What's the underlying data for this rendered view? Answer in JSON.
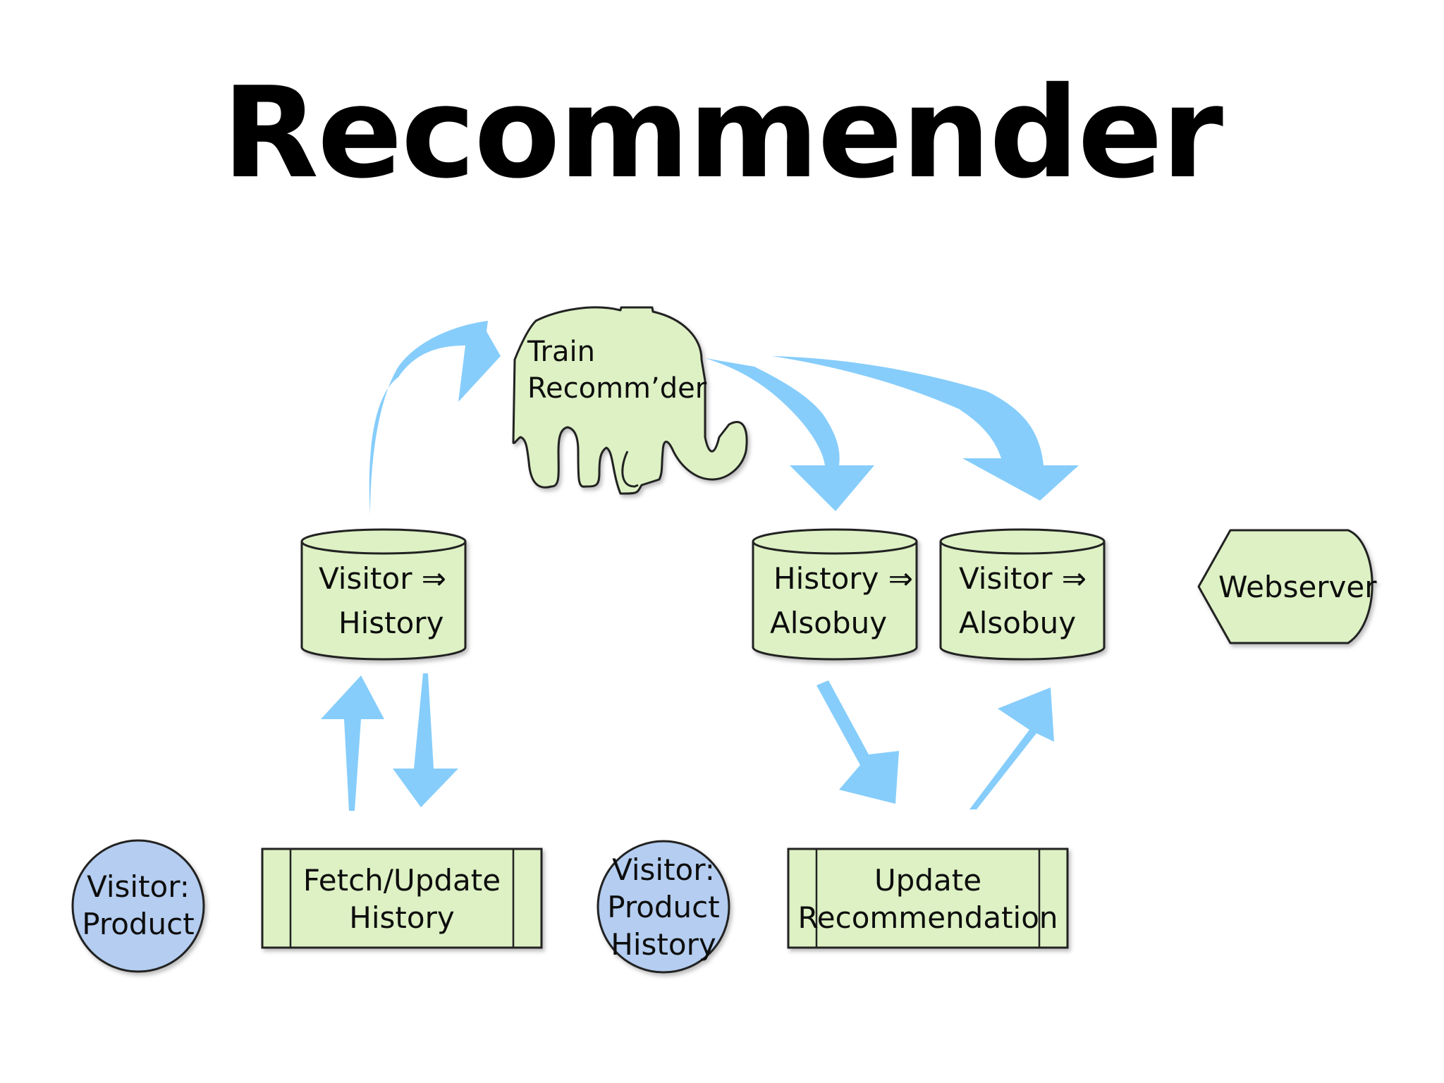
{
  "title": "Recommender",
  "nodes": {
    "train": {
      "line1": "Train",
      "line2": "Recomm’der"
    },
    "visitor_history_db": {
      "line1": "Visitor ⇒",
      "line2": "History"
    },
    "history_alsobuy_db": {
      "line1": "History ⇒",
      "line2": "Alsobuy"
    },
    "visitor_alsobuy_db": {
      "line1": "Visitor ⇒",
      "line2": "Alsobuy"
    },
    "webserver": {
      "label": "Webserver"
    },
    "visitor_product": {
      "line1": "Visitor:",
      "line2": "Product"
    },
    "fetch_update": {
      "line1": "Fetch/Update",
      "line2": "History"
    },
    "visitor_product_history": {
      "line1": "Visitor:",
      "line2": "Product",
      "line3": "History"
    },
    "update_rec": {
      "line1": "Update",
      "line2": "Recommendation"
    }
  },
  "colors": {
    "node_fill": "#ddf1c4",
    "circle_fill": "#b4cdf0",
    "arrow": "#86cdfb",
    "stroke": "#222222"
  },
  "icons": {
    "train": "elephant-icon"
  }
}
